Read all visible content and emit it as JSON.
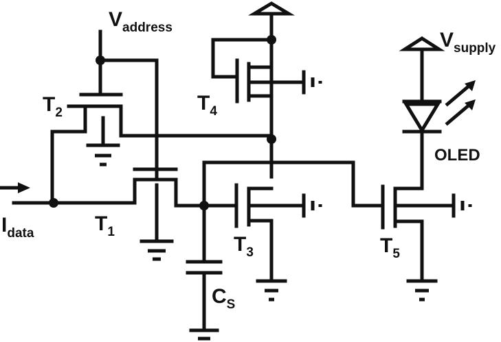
{
  "labels": {
    "v_address": {
      "main": "V",
      "sub": "address"
    },
    "v_supply": {
      "main": "V",
      "sub": "supply"
    },
    "i_data": {
      "main": "I",
      "sub": "data"
    },
    "t1": {
      "main": "T",
      "sub": "1"
    },
    "t2": {
      "main": "T",
      "sub": "2"
    },
    "t3": {
      "main": "T",
      "sub": "3"
    },
    "t4": {
      "main": "T",
      "sub": "4"
    },
    "t5": {
      "main": "T",
      "sub": "5"
    },
    "cs": {
      "main": "C",
      "sub": "S"
    },
    "oled": "OLED"
  }
}
